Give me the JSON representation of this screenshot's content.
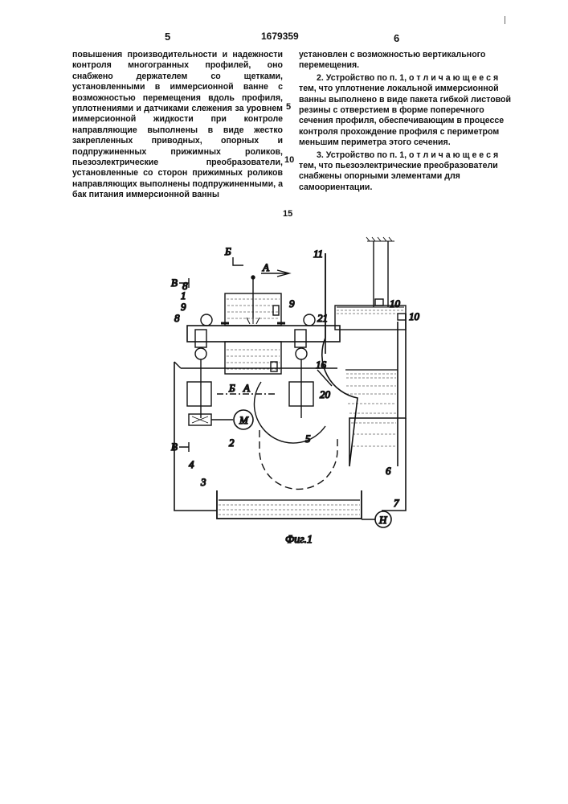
{
  "header": {
    "page_left": "5",
    "patent_number": "1679359",
    "page_right": "6"
  },
  "left_column": {
    "text": "повышения производительности и надежности контроля многогранных профилей, оно снабжено держателем со щетками, установленными в иммерсионной ванне с возможностью перемещения вдоль профиля, уплотнениями и датчиками слежения за уровнем иммерсионной жидкости при контроле направляющие выполнены в виде жестко закрепленных приводных, опорных и подпружиненных прижимных роликов, пьезоэлектрические преобразователи, установленные со сторон прижимных роликов направляющих выполнены подпружиненными, а бак питания иммерсионной ванны"
  },
  "right_column": {
    "p1": "установлен с возможностью вертикального перемещения.",
    "p2": "2. Устройство по п. 1, о т л и ч а ю щ е е с я тем, что уплотнение локальной иммерсионной ванны выполнено в виде пакета гибкой листовой резины с отверстием в форме поперечного сечения профиля, обеспечивающим в процессе контроля прохождение профиля с периметром меньшим периметра этого сечения.",
    "p3": "3. Устройство по п. 1, о т л и ч а ю щ е е с я тем, что пьезоэлектрические преобразователи снабжены опорными элементами для самоориентации."
  },
  "line_numbers": {
    "n5": "5",
    "n10": "10",
    "n15": "15"
  },
  "figure": {
    "caption": "Фиг.1",
    "labels": {
      "section_b": "Б",
      "section_a": "А",
      "section_v": "В",
      "n1": "1",
      "n2": "2",
      "n3": "3",
      "n4": "4",
      "n5": "5",
      "n6": "6",
      "n7": "7",
      "n8": "8",
      "n9": "9",
      "n10": "10",
      "n11": "11",
      "n16": "16",
      "n20": "20",
      "n21": "21",
      "motor": "М",
      "pump": "Н"
    }
  }
}
